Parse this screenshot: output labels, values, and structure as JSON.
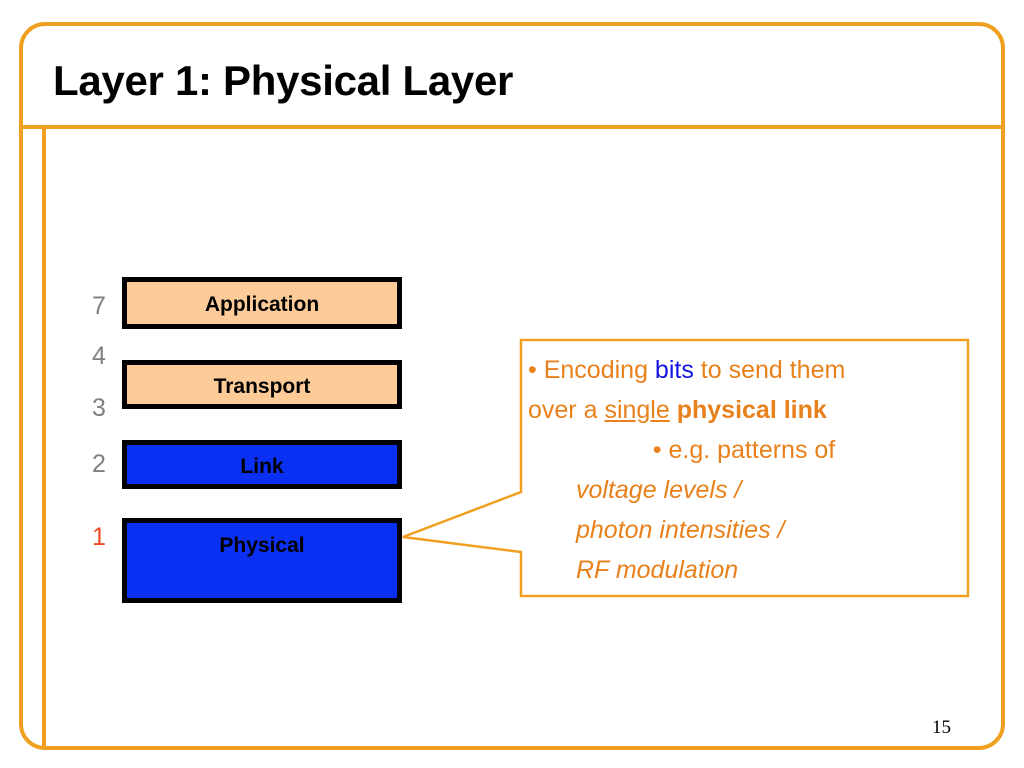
{
  "slide": {
    "title": "Layer 1: Physical Layer",
    "page_number": "15",
    "border_color": "#F0A020",
    "background": "#ffffff"
  },
  "stack": {
    "layers": [
      {
        "number": "7",
        "label": "Application",
        "fill": "#FCCB98",
        "number_color": "#808080",
        "highlighted": false
      },
      {
        "number": "4",
        "label": "",
        "fill": "",
        "number_color": "#808080",
        "highlighted": false
      },
      {
        "number": "3",
        "label": "Transport",
        "fill": "#FCCB98",
        "number_color": "#808080",
        "highlighted": false
      },
      {
        "number": "2",
        "label": "Link",
        "fill": "#0A30F3",
        "number_color": "#808080",
        "highlighted": false
      },
      {
        "number": "1",
        "label": "Physical",
        "fill": "#0A30F3",
        "number_color": "#F04A23",
        "highlighted": true
      }
    ],
    "box_labels": {
      "application": "Application",
      "transport": "Transport",
      "link": "Link",
      "physical": "Physical"
    },
    "numbers": {
      "seven": "7",
      "four": "4",
      "three": "3",
      "two": "2",
      "one": "1"
    }
  },
  "callout": {
    "border_color": "#F0A020",
    "text_color": "#E8811C",
    "accent_color": "#1414E0",
    "line1": {
      "bullet": "•",
      "part_a": "Encoding ",
      "keyword_blue": "bits",
      "part_b": " to send them"
    },
    "line2": {
      "part_a": "over a ",
      "keyword_underline": "single",
      "part_b": " ",
      "keyword_bold": "physical link"
    },
    "line3": {
      "bullet": "•",
      "text": "e.g. patterns of"
    },
    "line4": "voltage levels /",
    "line5": "photon intensities /",
    "line6": "RF modulation"
  }
}
